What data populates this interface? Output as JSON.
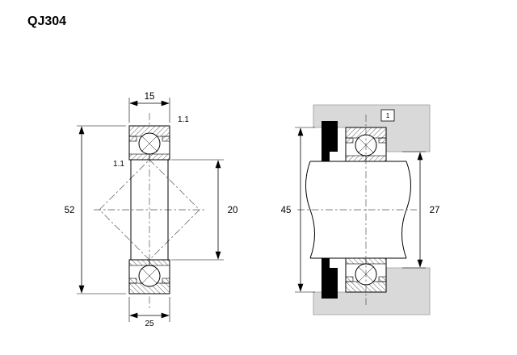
{
  "page": {
    "title": "QJ304",
    "background": "#ffffff"
  },
  "drawing": {
    "type": "bearing-technical-drawing",
    "left_view": {
      "name": "cross-section-view",
      "dimensions": {
        "width": "15",
        "outer_diameter": "52",
        "bore_diameter": "20",
        "bottom_width": "25",
        "chamfer_outer": "1.1",
        "chamfer_inner": "1.1"
      }
    },
    "right_view": {
      "name": "mounted-arrangement-view",
      "dimensions": {
        "left_abutment": "45",
        "right_abutment": "27"
      },
      "callout": "1"
    },
    "colors": {
      "housing": "#d9d9d9",
      "line": "#000000",
      "fill_solid": "#000000"
    }
  }
}
